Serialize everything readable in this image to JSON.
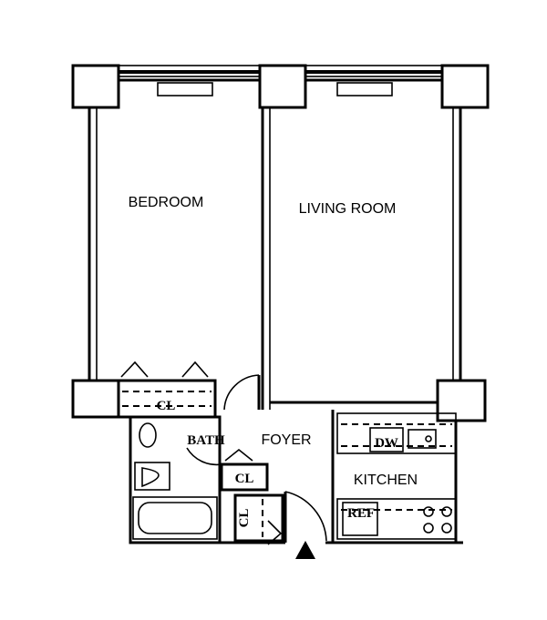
{
  "rooms": {
    "bedroom": "BEDROOM",
    "living_room": "LIVING ROOM",
    "foyer": "FOYER",
    "kitchen": "KITCHEN",
    "bath": "BATH"
  },
  "fixtures": {
    "closet_bedroom": "CL",
    "closet_bath": "CL",
    "closet_foyer": "CL",
    "dishwasher": "DW",
    "refrigerator": "REF"
  },
  "icons": {
    "entry_arrow": "up-arrow-icon"
  }
}
